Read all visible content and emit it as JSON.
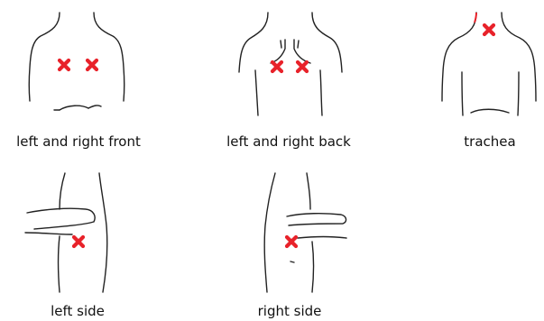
{
  "colors": {
    "marker": "#e8222a",
    "outline": "#222222"
  },
  "panels": {
    "front": {
      "caption": "left and right front",
      "markers": 2
    },
    "back": {
      "caption": "left and right back",
      "markers": 2
    },
    "trachea": {
      "caption": "trachea",
      "markers": 1
    },
    "left_side": {
      "caption": "left side",
      "markers": 1
    },
    "right_side": {
      "caption": "right side",
      "markers": 1
    }
  }
}
